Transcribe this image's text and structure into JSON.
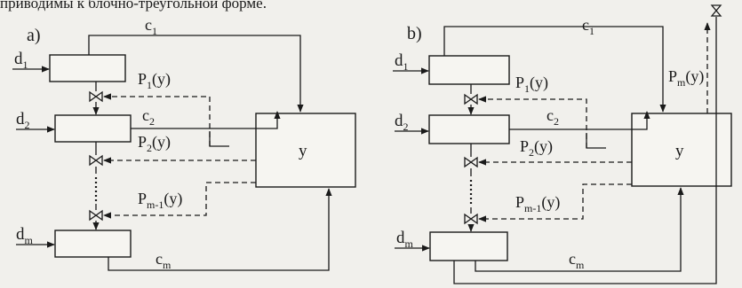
{
  "caption": "приводимы к блочно-треугольной форме.",
  "panels": [
    {
      "tag": "a)",
      "inputs": [
        "d",
        "d",
        "d"
      ],
      "input_subs": [
        "1",
        "2",
        "m"
      ],
      "flows": [
        "c",
        "c",
        "c"
      ],
      "flow_subs": [
        "1",
        "2",
        "m"
      ],
      "controllers": [
        "P",
        "P",
        "P"
      ],
      "controller_subs": [
        "1",
        "2",
        "m-1"
      ],
      "controller_args": [
        "(y)",
        "(y)",
        "(y)"
      ],
      "output_label": "y"
    },
    {
      "tag": "b)",
      "inputs": [
        "d",
        "d",
        "d"
      ],
      "input_subs": [
        "1",
        "2",
        "m"
      ],
      "flows": [
        "c",
        "c",
        "c"
      ],
      "flow_subs": [
        "1",
        "2",
        "m"
      ],
      "controllers": [
        "P",
        "P",
        "P",
        "P"
      ],
      "controller_subs": [
        "1",
        "2",
        "m-1",
        "m"
      ],
      "controller_args": [
        "(y)",
        "(y)",
        "(y)",
        "(y)"
      ],
      "output_label": "y"
    }
  ]
}
